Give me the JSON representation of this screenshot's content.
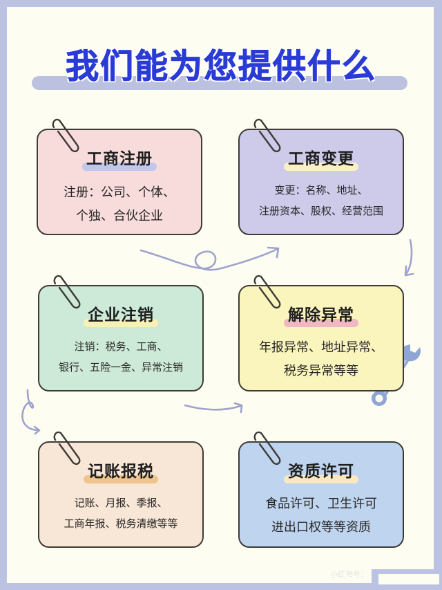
{
  "title": "我们能为您提供什么",
  "colors": {
    "frame": "#bcc2e2",
    "background": "#fefdf2",
    "title": "#2a3bd6",
    "title_bar": "#bcc1df",
    "arrow": "#9ea3cc",
    "wrench": "#8fa6d4"
  },
  "cards": [
    {
      "heading": "工商注册",
      "lines": [
        "注册：公司、个体、",
        "个独、合伙企业"
      ],
      "bg": "#f8dcdb",
      "highlight": "#c3c6ec"
    },
    {
      "heading": "工商变更",
      "lines": [
        "变更：名称、地址、",
        "注册资本、股权、经营范围"
      ],
      "bg": "#cdcaea",
      "highlight": "#f9f0c6"
    },
    {
      "heading": "企业注销",
      "lines": [
        "注销：税务、工商、",
        "银行、五险一金、异常注销"
      ],
      "bg": "#cde9d7",
      "highlight": "#f8f1b6"
    },
    {
      "heading": "解除异常",
      "lines": [
        "年报异常、地址异常、",
        "税务异常等等"
      ],
      "bg": "#faf4bd",
      "highlight": "#efb8c2"
    },
    {
      "heading": "记账报税",
      "lines": [
        "记账、月报、季报、",
        "工商年报、税务清缴等等"
      ],
      "bg": "#f8e6d6",
      "highlight": "#efc58e"
    },
    {
      "heading": "资质许可",
      "lines": [
        "食品许可、卫生许可",
        "进出口权等等资质"
      ],
      "bg": "#bfd4ee",
      "highlight": "#f9e8c0"
    }
  ],
  "watermark": "小红书号："
}
